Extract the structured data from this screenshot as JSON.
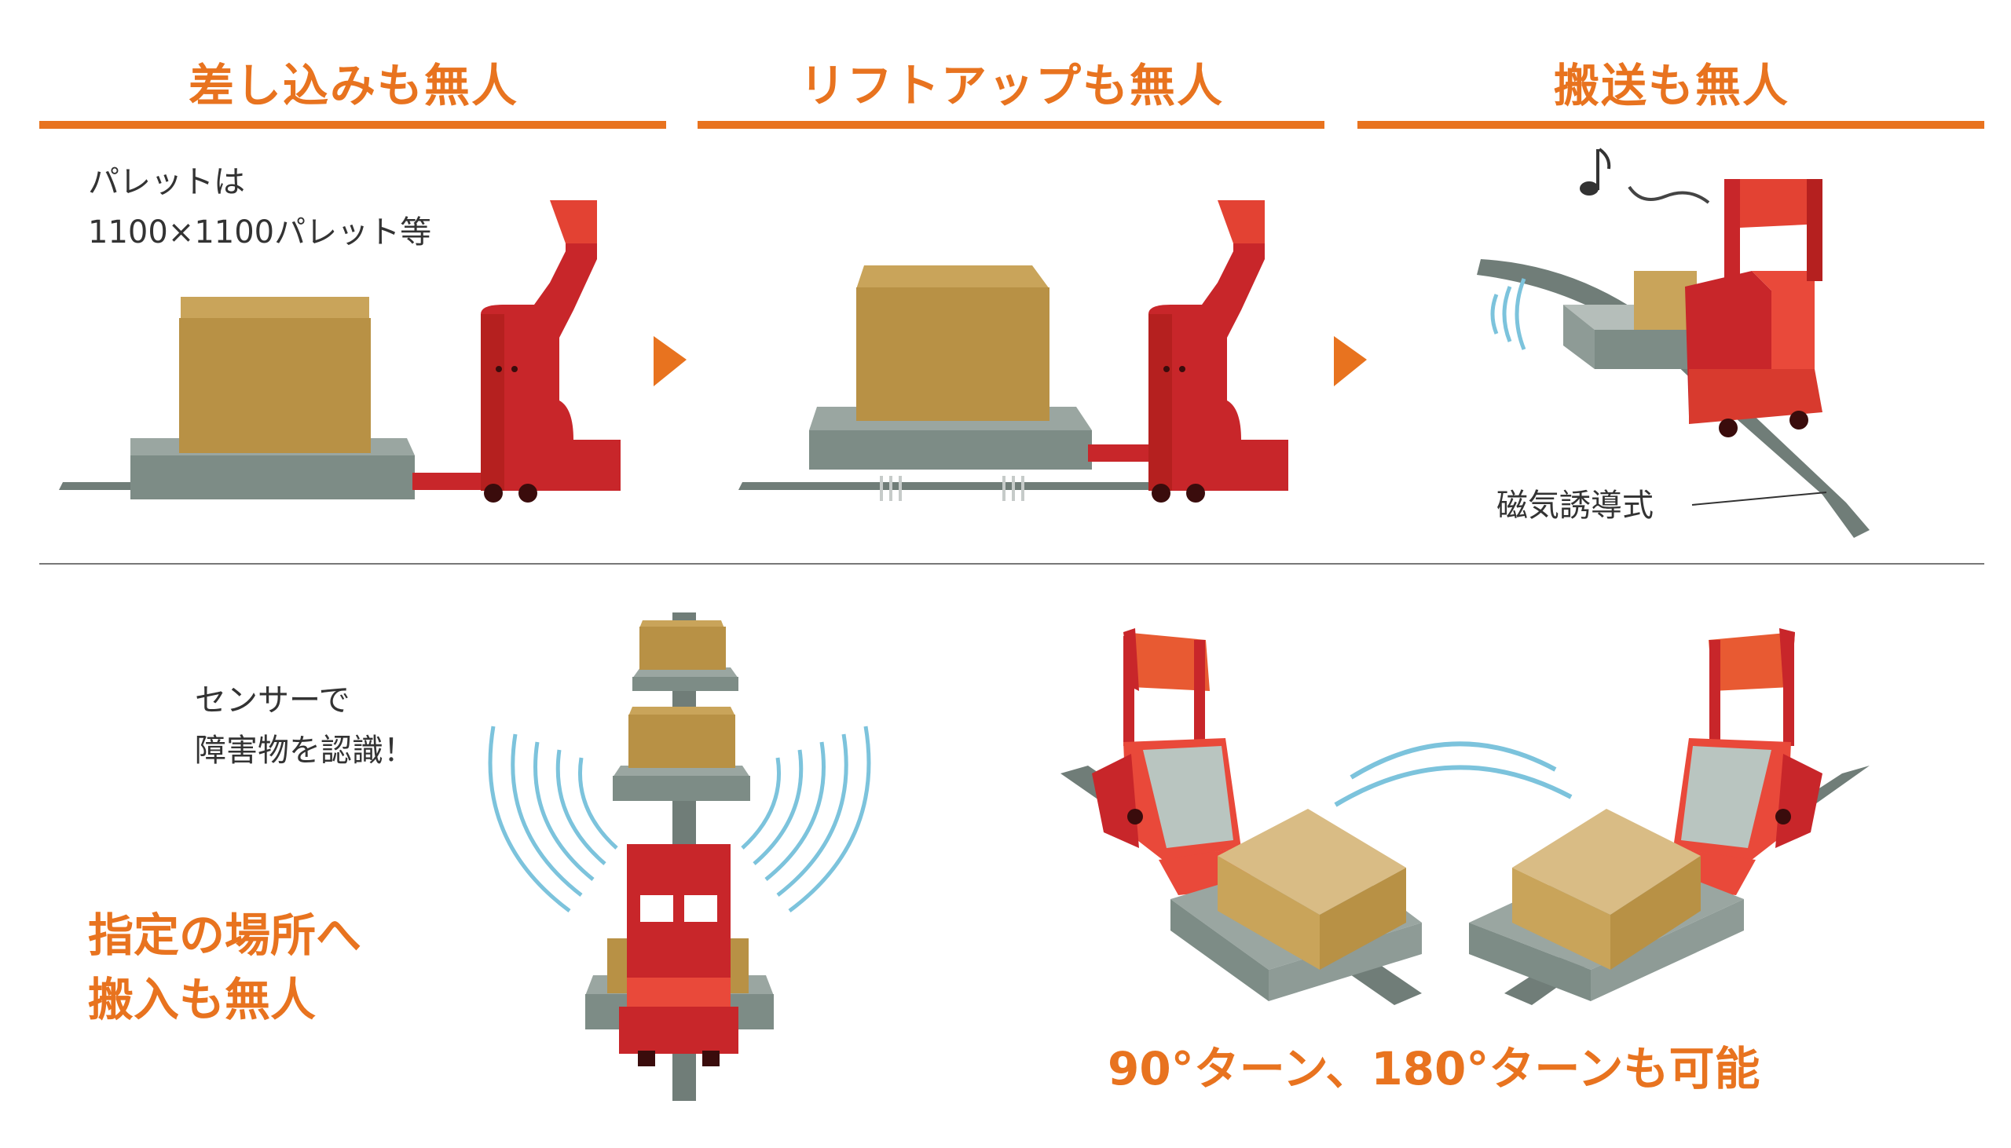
{
  "headings": [
    "差し込みも無人",
    "リフトアップも無人",
    "搬送も無人"
  ],
  "notes": {
    "pallet_line1": "パレットは",
    "pallet_line2": "1100×1100パレット等",
    "magnetic": "磁気誘導式",
    "sensor_line1": "センサーで",
    "sensor_line2": "障害物を認識！",
    "carry_line1": "指定の場所へ",
    "carry_line2": "搬入も無人",
    "turn": "90°ターン、180°ターンも可能"
  },
  "icons": {
    "music": "music-note-icon",
    "arrow": "play-arrow-icon",
    "waves": "signal-wave-icon"
  },
  "colors": {
    "accent": "#e8731f",
    "vehicle_red": "#c8262a",
    "vehicle_light": "#e9493a",
    "box": "#b89145",
    "pallet": "#7d8c86",
    "wave": "#7cc3dc"
  }
}
